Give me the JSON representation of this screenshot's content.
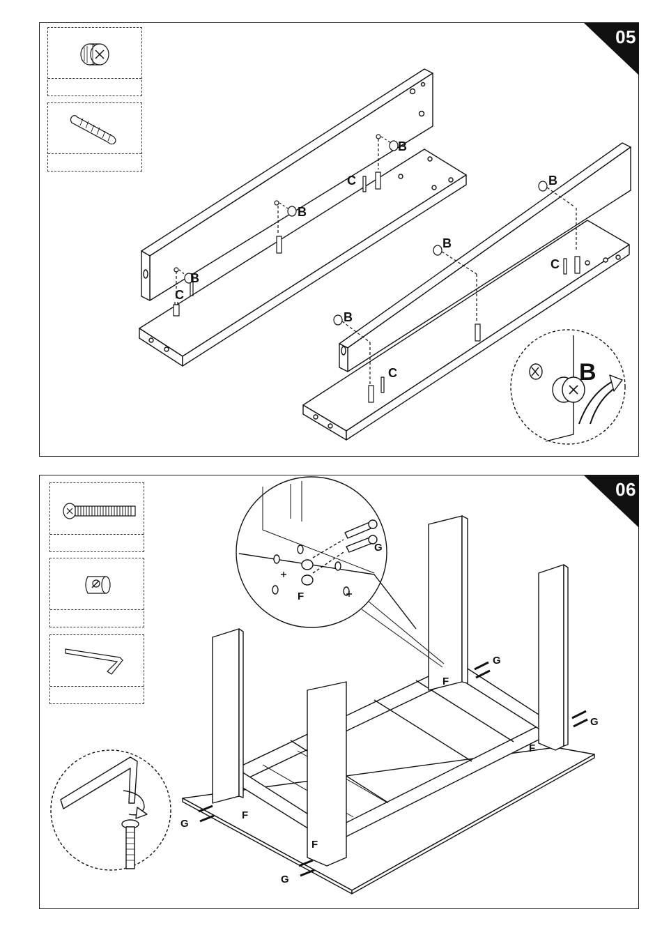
{
  "steps": [
    {
      "number": "05",
      "parts": [
        {
          "icon": "cam-lock-icon",
          "quantity": ""
        },
        {
          "icon": "wooden-dowel-icon",
          "quantity": ""
        }
      ],
      "labels": {
        "b": "B",
        "c": "C",
        "detail_b": "B"
      }
    },
    {
      "number": "06",
      "parts": [
        {
          "icon": "cam-bolt-icon",
          "quantity": ""
        },
        {
          "icon": "barrel-nut-icon",
          "quantity": ""
        },
        {
          "icon": "allen-key-icon",
          "quantity": ""
        }
      ],
      "labels": {
        "f": "F",
        "g": "G"
      }
    }
  ]
}
